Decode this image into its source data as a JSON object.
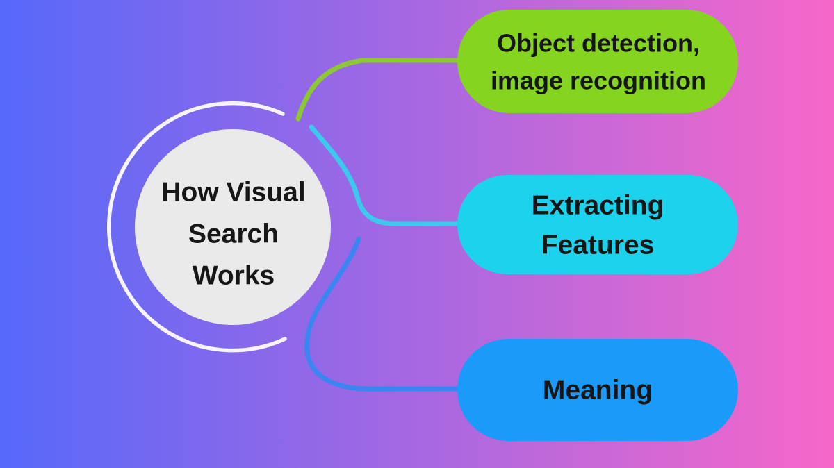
{
  "diagram": {
    "central": {
      "lines": [
        "How Visual",
        "Search",
        "Works"
      ]
    },
    "branches": [
      {
        "name": "object-detection",
        "label_lines": [
          "Object detection,",
          "image recognition"
        ],
        "fill": "#85D420"
      },
      {
        "name": "extracting-features",
        "label_lines": [
          "Extracting",
          "Features"
        ],
        "fill": "#1CD2EC"
      },
      {
        "name": "meaning",
        "label_lines": [
          "Meaning"
        ],
        "fill": "#1A9BFA"
      }
    ]
  },
  "colors": {
    "bg_left": "#5669FA",
    "bg_right": "#F767C9",
    "center_fill": "#EAEAEA",
    "ring": "#F7F4FC",
    "text": "#161616",
    "connector_green": "#8DC832",
    "connector_cyan": "#3CC9EE",
    "connector_blue": "#3A86F0"
  }
}
